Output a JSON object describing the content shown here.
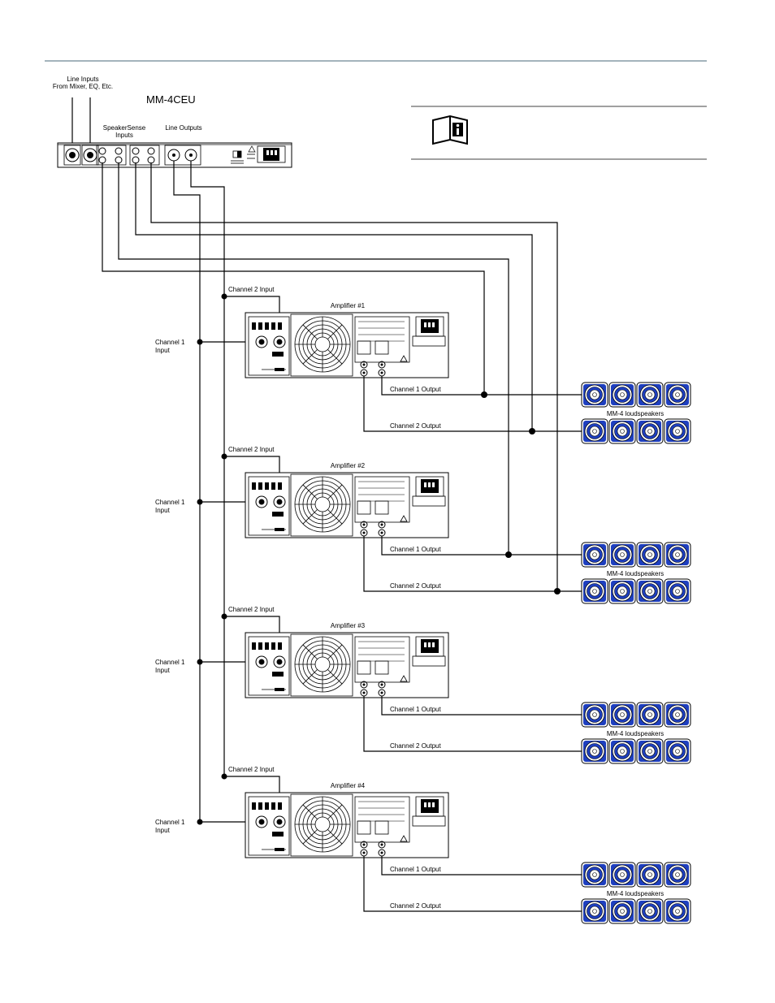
{
  "processor": {
    "model": "MM-4CEU",
    "line_inputs_label_1": "Line Inputs",
    "line_inputs_label_2": "From Mixer, EQ, Etc.",
    "speakersense_label_1": "SpeakerSense",
    "speakersense_label_2": "Inputs",
    "line_outputs_label": "Line Outputs"
  },
  "note": {
    "icon": "info-book-icon"
  },
  "amplifiers": [
    {
      "title": "Amplifier #1",
      "ch1_input_1": "Channel 1",
      "ch1_input_2": "Input",
      "ch2_input": "Channel 2 Input",
      "ch1_output": "Channel 1 Output",
      "ch2_output": "Channel 2 Output",
      "speakers_label": "MM-4 loudspeakers"
    },
    {
      "title": "Amplifier #2",
      "ch1_input_1": "Channel 1",
      "ch1_input_2": "Input",
      "ch2_input": "Channel 2 Input",
      "ch1_output": "Channel 1 Output",
      "ch2_output": "Channel 2 Output",
      "speakers_label": "MM-4 loudspeakers"
    },
    {
      "title": "Amplifier #3",
      "ch1_input_1": "Channel 1",
      "ch1_input_2": "Input",
      "ch2_input": "Channel 2 Input",
      "ch1_output": "Channel 1 Output",
      "ch2_output": "Channel 2 Output",
      "speakers_label": "MM-4 loudspeakers"
    },
    {
      "title": "Amplifier #4",
      "ch1_input_1": "Channel 1",
      "ch1_input_2": "Input",
      "ch2_input": "Channel 2 Input",
      "ch1_output": "Channel 1 Output",
      "ch2_output": "Channel 2 Output",
      "speakers_label": "MM-4 loudspeakers"
    }
  ],
  "colors": {
    "speaker_blue": "#1e3fbf",
    "rule": "#4a6a78"
  }
}
